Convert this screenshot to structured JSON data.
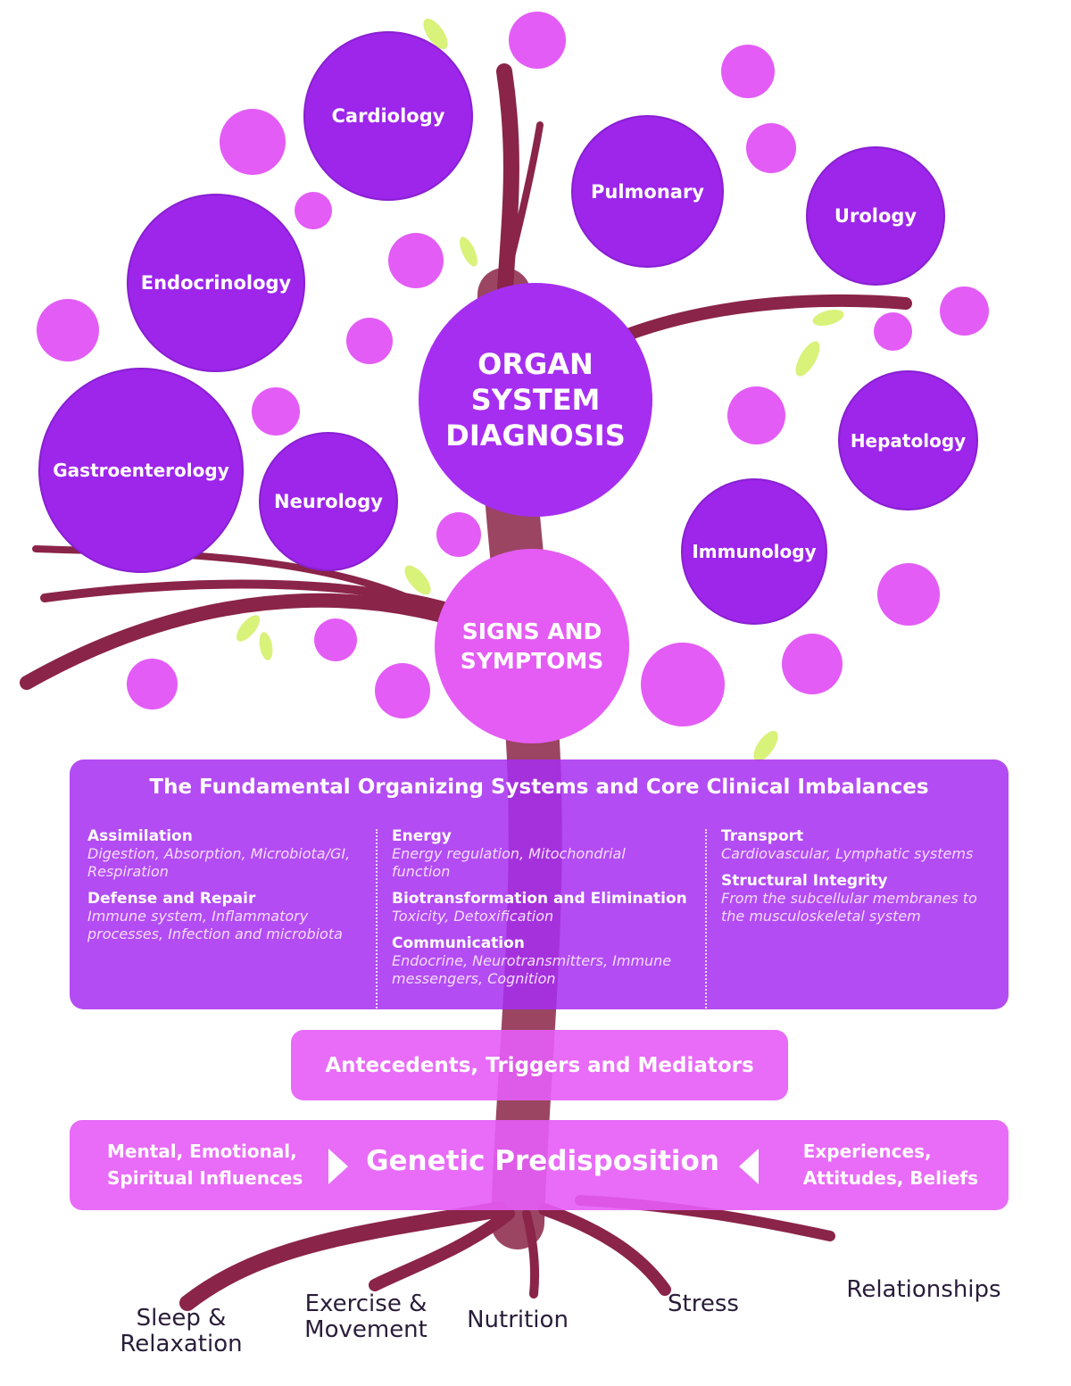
{
  "core": {
    "line1": "ORGAN",
    "line2": "SYSTEM",
    "line3": "DIAGNOSIS"
  },
  "signs": {
    "line1": "SIGNS AND",
    "line2": "SYMPTOMS"
  },
  "organs": {
    "cardiology": "Cardiology",
    "pulmonary": "Pulmonary",
    "urology": "Urology",
    "endocrinology": "Endocrinology",
    "gastroenterology": "Gastroenterology",
    "neurology": "Neurology",
    "hepatology": "Hepatology",
    "immunology": "Immunology"
  },
  "systems": {
    "title": "The Fundamental Organizing Systems and Core Clinical Imbalances",
    "assimilation": {
      "name": "Assimilation",
      "desc1": "Digestion, Absorption, Microbiota/GI,",
      "desc2": "Respiration"
    },
    "defense": {
      "name": "Defense and Repair",
      "desc1": "Immune system, Inflammatory",
      "desc2": "processes, Infection and microbiota"
    },
    "energy": {
      "name": "Energy",
      "desc1": "Energy regulation, Mitochondrial",
      "desc2": "function"
    },
    "biotransformation": {
      "name": "Biotransformation and Elimination",
      "desc1": "Toxicity, Detoxification"
    },
    "communication": {
      "name": "Communication",
      "desc1": "Endocrine, Neurotransmitters, Immune",
      "desc2": "messengers, Cognition"
    },
    "transport": {
      "name": "Transport",
      "desc1": "Cardiovascular, Lymphatic systems"
    },
    "structural": {
      "name": "Structural Integrity",
      "desc1": "From the subcellular membranes to",
      "desc2": "the musculoskeletal system"
    }
  },
  "antecedents": "Antecedents, Triggers and Mediators",
  "genetic": {
    "title": "Genetic Predisposition",
    "left1": "Mental, Emotional,",
    "left2": "Spiritual Influences",
    "right1": "Experiences,",
    "right2": "Attitudes, Beliefs"
  },
  "roots": {
    "sleep1": "Sleep &",
    "sleep2": "Relaxation",
    "exercise1": "Exercise &",
    "exercise2": "Movement",
    "nutrition": "Nutrition",
    "stress": "Stress",
    "relationships": "Relationships"
  },
  "colors": {
    "organ": "#9d26ea",
    "dot": "#e35cf6",
    "trunk": "#8a2448",
    "leaf": "#d8f27a"
  }
}
